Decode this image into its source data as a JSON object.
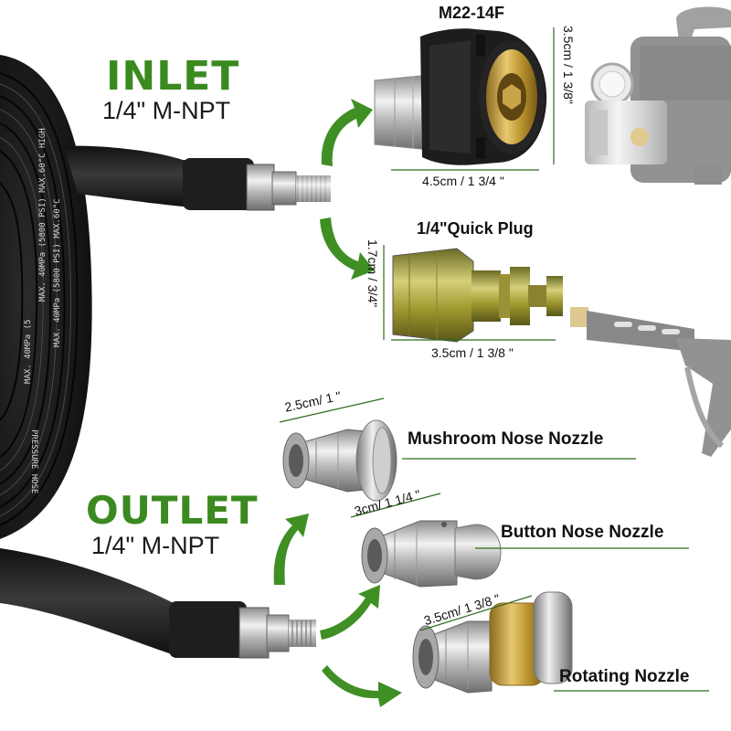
{
  "inlet": {
    "title": "INLET",
    "thread": "1/4\" M-NPT"
  },
  "outlet": {
    "title": "OUTLET",
    "thread": "1/4\" M-NPT"
  },
  "m22": {
    "label": "M22-14F",
    "height_dim": "3.5cm / 1 3/8\"",
    "width_dim": "4.5cm / 1 3/4 \""
  },
  "quick_plug": {
    "label": "1/4\"Quick Plug",
    "height_dim": "1.7cm / 3/4\"",
    "width_dim": "3.5cm / 1 3/8 \""
  },
  "nozzles": {
    "mushroom": {
      "label": "Mushroom Nose Nozzle",
      "dim": "2.5cm/ 1 \""
    },
    "button": {
      "label": "Button Nose Nozzle",
      "dim": "3cm/ 1 1/4 \""
    },
    "rotating": {
      "label": "Rotating Nozzle",
      "dim": "3.5cm/ 1 3/8 \""
    }
  },
  "hose_print": {
    "line1": "MAX. 40MPa (5800 PSI)  MAX.60°C  HIGH",
    "line2": "MAX. 40MPa (5800 PSI)  MAX.60°C",
    "line3": "MAX. 40MPa (5",
    "line4": "PRESSURE HOSE"
  },
  "colors": {
    "title_green": "#3a8a1f",
    "arrow_green": "#3f8f25",
    "hose_black": "#1b1b1b",
    "dim_line": "#2e6b1e"
  }
}
